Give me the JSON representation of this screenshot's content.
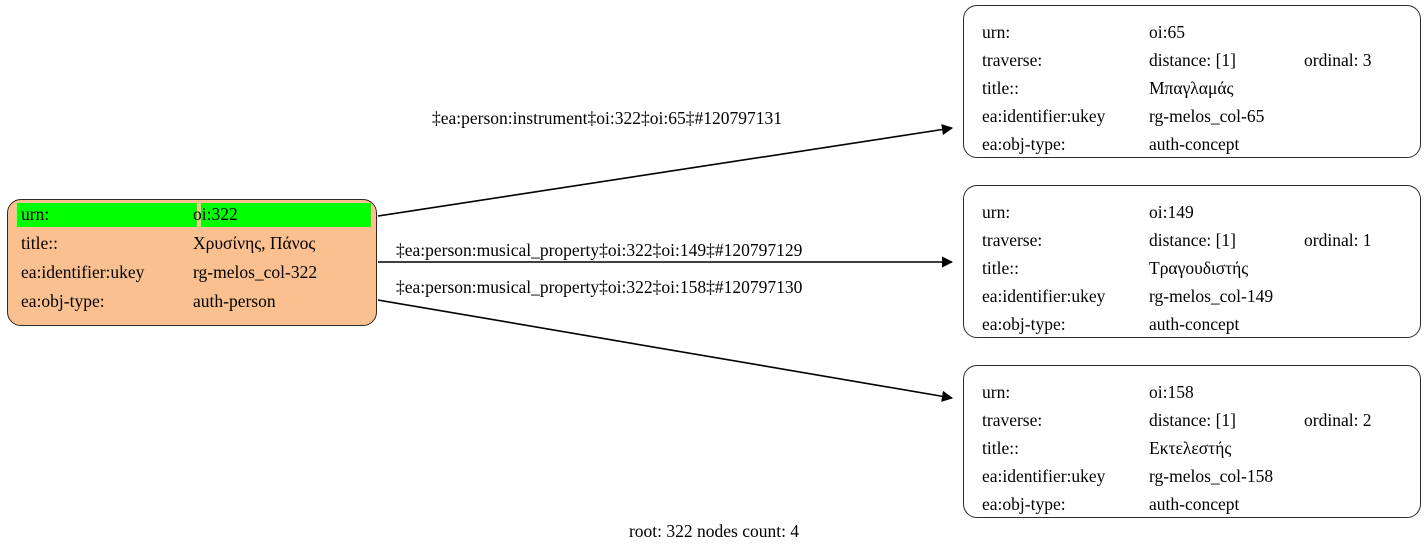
{
  "graph": {
    "caption": "root: 322 nodes count: 4",
    "colors": {
      "root_fill": "#fac090",
      "highlight_fill": "#00ff00",
      "node_border": "#2b2b2b",
      "edge": "#000000",
      "background": "#ffffff"
    }
  },
  "root_node": {
    "id": "oi:322",
    "rows": [
      {
        "key": "urn:",
        "value": "oi:322",
        "highlighted": true
      },
      {
        "key": "title::",
        "value": "Χρυσίνης, Πάνος",
        "highlighted": false
      },
      {
        "key": "ea:identifier:ukey",
        "value": "rg-melos_col-322",
        "highlighted": false
      },
      {
        "key": "ea:obj-type:",
        "value": "auth-person",
        "highlighted": false
      }
    ]
  },
  "target_nodes": [
    {
      "id": "oi:65",
      "rows": [
        {
          "key": "urn:",
          "value": "oi:65",
          "value2": ""
        },
        {
          "key": "traverse:",
          "value": "distance: [1]",
          "value2": "ordinal: 3"
        },
        {
          "key": "title::",
          "value": "Μπαγλαμάς",
          "value2": ""
        },
        {
          "key": "ea:identifier:ukey",
          "value": "rg-melos_col-65",
          "value2": ""
        },
        {
          "key": "ea:obj-type:",
          "value": "auth-concept",
          "value2": ""
        }
      ]
    },
    {
      "id": "oi:149",
      "rows": [
        {
          "key": "urn:",
          "value": "oi:149",
          "value2": ""
        },
        {
          "key": "traverse:",
          "value": "distance: [1]",
          "value2": "ordinal: 1"
        },
        {
          "key": "title::",
          "value": "Τραγουδιστής",
          "value2": ""
        },
        {
          "key": "ea:identifier:ukey",
          "value": "rg-melos_col-149",
          "value2": ""
        },
        {
          "key": "ea:obj-type:",
          "value": "auth-concept",
          "value2": ""
        }
      ]
    },
    {
      "id": "oi:158",
      "rows": [
        {
          "key": "urn:",
          "value": "oi:158",
          "value2": ""
        },
        {
          "key": "traverse:",
          "value": "distance: [1]",
          "value2": "ordinal: 2"
        },
        {
          "key": "title::",
          "value": "Εκτελεστής",
          "value2": ""
        },
        {
          "key": "ea:identifier:ukey",
          "value": "rg-melos_col-158",
          "value2": ""
        },
        {
          "key": "ea:obj-type:",
          "value": "auth-concept",
          "value2": ""
        }
      ]
    }
  ],
  "edges": [
    {
      "label": "‡ea:person:instrument‡oi:322‡oi:65‡#120797131",
      "from": "oi:322",
      "to": "oi:65"
    },
    {
      "label": "‡ea:person:musical_property‡oi:322‡oi:149‡#120797129",
      "from": "oi:322",
      "to": "oi:149"
    },
    {
      "label": "‡ea:person:musical_property‡oi:322‡oi:158‡#120797130",
      "from": "oi:322",
      "to": "oi:158"
    }
  ]
}
